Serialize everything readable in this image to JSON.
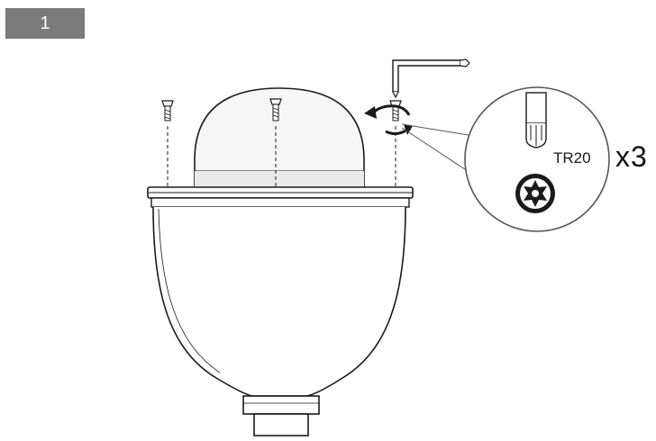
{
  "step": {
    "number": "1"
  },
  "tool": {
    "bit_label": "TR20",
    "type": "torx-tamper-resistant"
  },
  "quantity": {
    "label": "x3"
  },
  "colors": {
    "badge": "#7a7a7a",
    "line": "#1a1a1a",
    "dome_shade": "#eeeeee"
  },
  "icons": [
    "dome-camera",
    "screw",
    "allen-key",
    "rotation-arrow",
    "torx-bit",
    "torx-socket"
  ]
}
